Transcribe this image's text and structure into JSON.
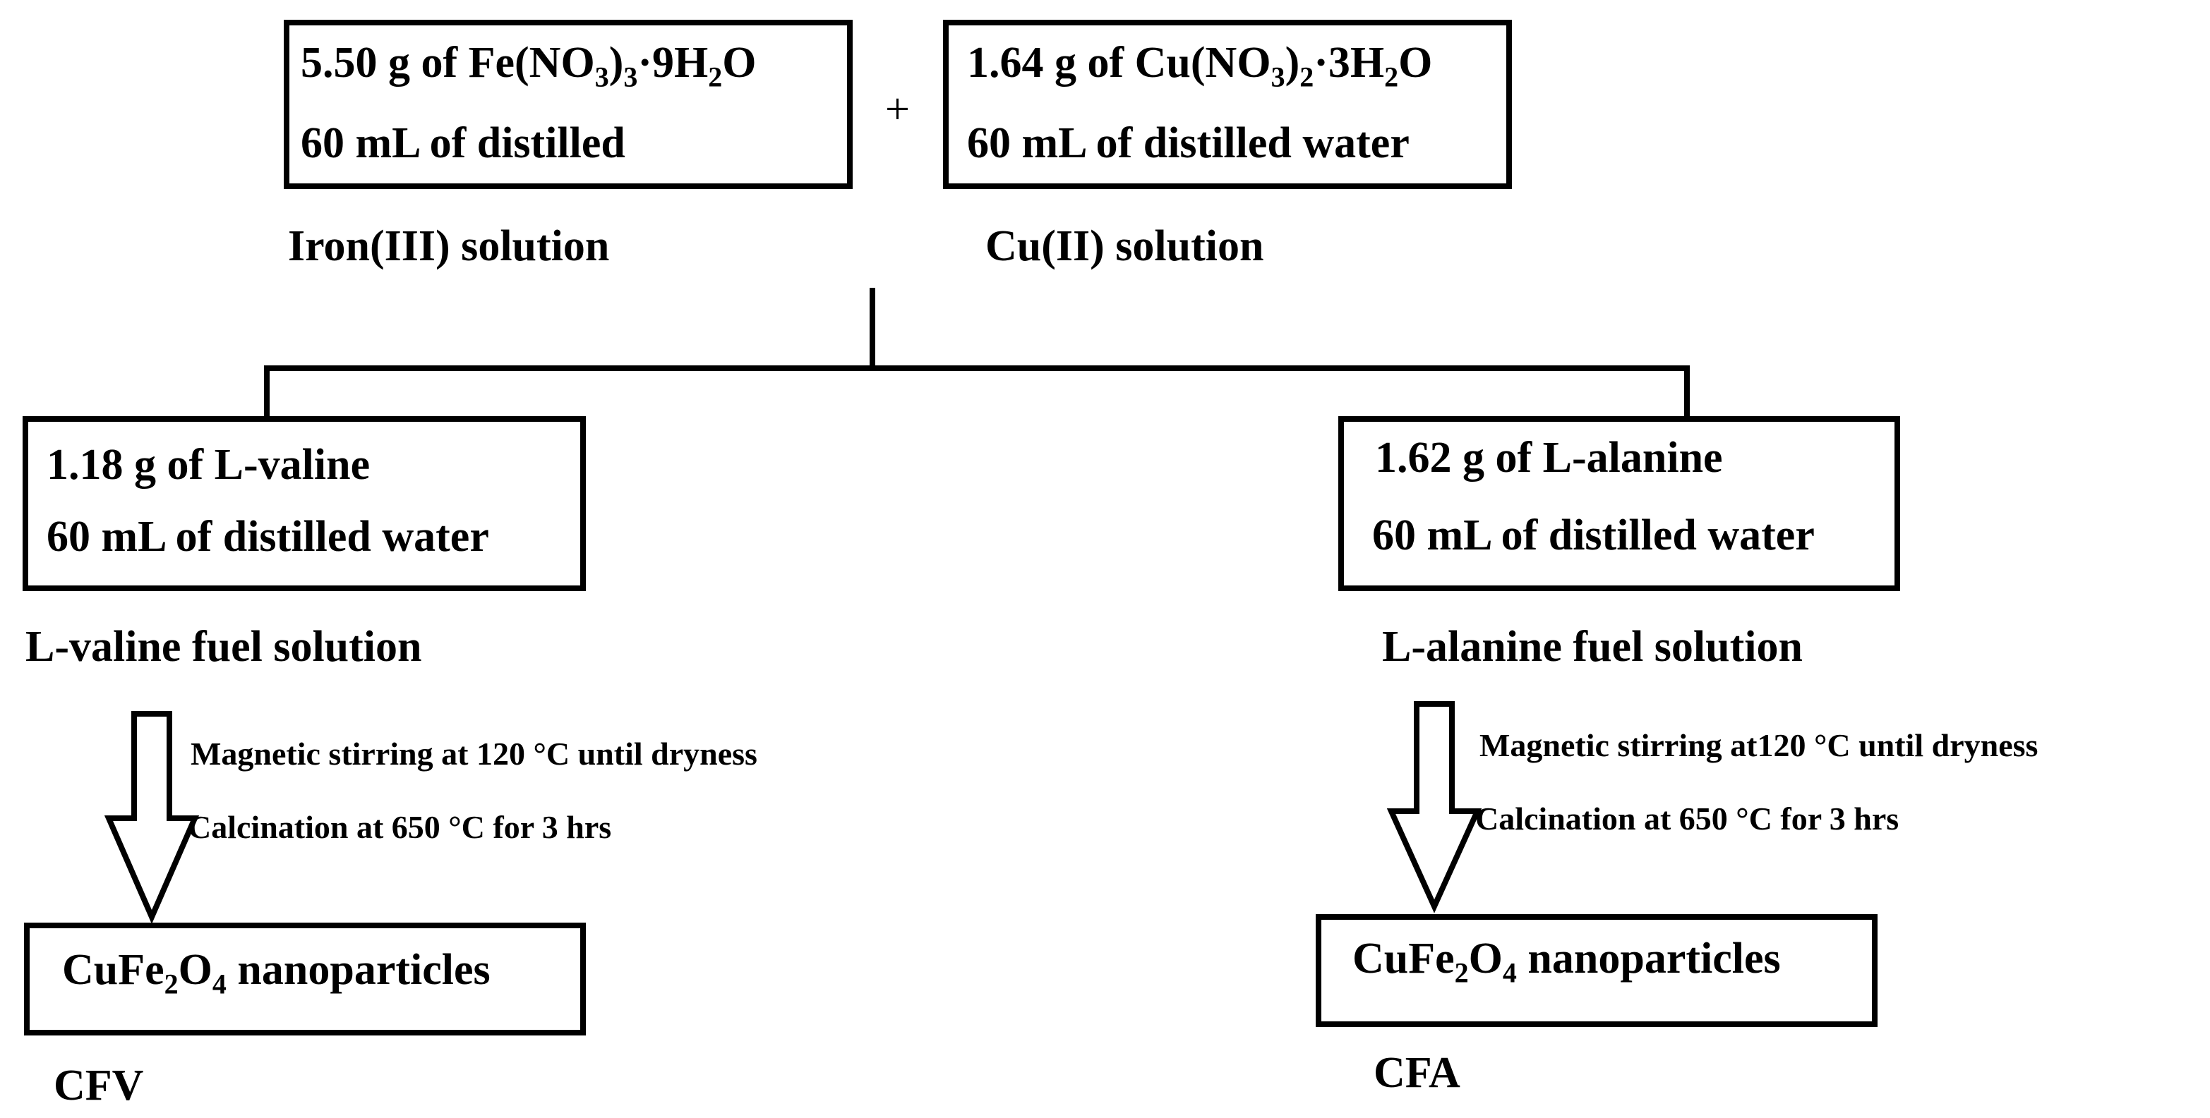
{
  "iron_box": {
    "line1_pre": "5.50 g of Fe(NO",
    "line1_sub1": "3",
    "line1_mid": ")",
    "line1_sub2": "3",
    "line1_post": "·9H",
    "line1_sub3": "2",
    "line1_end": "O",
    "line2": "60 mL of distilled",
    "caption": "Iron(III) solution"
  },
  "plus": "+",
  "cu_box": {
    "line1_pre": "1.64 g of Cu(NO",
    "line1_sub1": "3",
    "line1_mid": ")",
    "line1_sub2": "2",
    "line1_post": "·3H",
    "line1_sub3": "2",
    "line1_end": "O",
    "line2": "60 mL of distilled water",
    "caption": "Cu(II) solution"
  },
  "valine_box": {
    "line1": "1.18 g of L-valine",
    "line2": "60 mL of distilled water",
    "caption": "L-valine fuel solution"
  },
  "alanine_box": {
    "line1": "1.62 g of L-alanine",
    "line2": "60 mL of distilled water",
    "caption": "L-alanine fuel solution"
  },
  "left_steps": {
    "step1": "Magnetic stirring at 120 °C until dryness",
    "step2": "Calcination at 650 °C for 3 hrs"
  },
  "right_steps": {
    "step1": "Magnetic stirring at120 °C until dryness",
    "step2": "Calcination at 650 °C for 3 hrs"
  },
  "left_product": {
    "pre": "CuFe",
    "sub1": "2",
    "mid": "O",
    "sub2": "4",
    "post": " nanoparticles",
    "label": "CFV"
  },
  "right_product": {
    "pre": "CuFe",
    "sub1": "2",
    "mid": "O",
    "sub2": "4",
    "post": " nanoparticles",
    "label": "CFA"
  }
}
